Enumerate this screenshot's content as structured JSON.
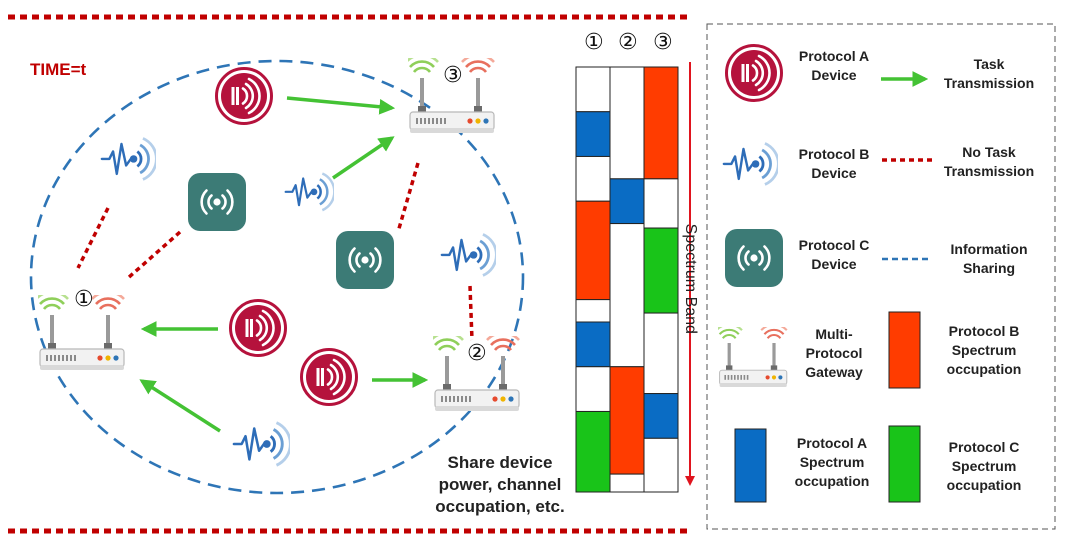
{
  "colors": {
    "red_dotted": "#c00000",
    "info_sharing": "#2e75b6",
    "arrow_green": "#44c234",
    "protocol_a_device": "#b5123c",
    "protocol_b_device": "#2e6db8",
    "protocol_c_device": "#3c7b76",
    "spectrum_blue": "#0a6cc4",
    "spectrum_red": "#ff3c00",
    "spectrum_green": "#19c419",
    "spectrum_arrow": "#e0141e",
    "time_label": "#c00000"
  },
  "time_label": "TIME=t",
  "gateway_numbers": {
    "g1": "①",
    "g2": "②",
    "g3": "③"
  },
  "share_text": "Share device\npower, channel\noccupation, etc.",
  "spectrum": {
    "column_headers": [
      "①",
      "②",
      "③"
    ],
    "axis_label": "Spectrum Band",
    "columns": [
      [
        {
          "protocol": "none",
          "start": 0,
          "end": 1
        },
        {
          "protocol": "A",
          "start": 1,
          "end": 2
        },
        {
          "protocol": "none",
          "start": 2,
          "end": 3
        },
        {
          "protocol": "B",
          "start": 3,
          "end": 5.2
        },
        {
          "protocol": "none",
          "start": 5.2,
          "end": 5.7
        },
        {
          "protocol": "A",
          "start": 5.7,
          "end": 6.7
        },
        {
          "protocol": "none",
          "start": 6.7,
          "end": 7.7
        },
        {
          "protocol": "C",
          "start": 7.7,
          "end": 9.5
        }
      ],
      [
        {
          "protocol": "none",
          "start": 0,
          "end": 2.5
        },
        {
          "protocol": "A",
          "start": 2.5,
          "end": 3.5
        },
        {
          "protocol": "none",
          "start": 3.5,
          "end": 6.7
        },
        {
          "protocol": "B",
          "start": 6.7,
          "end": 9.1
        },
        {
          "protocol": "none",
          "start": 9.1,
          "end": 9.5
        }
      ],
      [
        {
          "protocol": "B",
          "start": 0,
          "end": 2.5
        },
        {
          "protocol": "none",
          "start": 2.5,
          "end": 3.6
        },
        {
          "protocol": "C",
          "start": 3.6,
          "end": 5.5
        },
        {
          "protocol": "none",
          "start": 5.5,
          "end": 7.3
        },
        {
          "protocol": "A",
          "start": 7.3,
          "end": 8.3
        },
        {
          "protocol": "none",
          "start": 8.3,
          "end": 9.5
        }
      ]
    ]
  },
  "legend": {
    "protocol_a_device": "Protocol A\nDevice",
    "task_transmission": "Task\nTransmission",
    "protocol_b_device": "Protocol B\nDevice",
    "no_task_transmission": "No Task\nTransmission",
    "protocol_c_device": "Protocol C\nDevice",
    "information_sharing": "Information\nSharing",
    "gateway": "Multi-\nProtocol\nGateway",
    "b_spectrum": "Protocol B\nSpectrum\noccupation",
    "a_spectrum": "Protocol A\nSpectrum\noccupation",
    "c_spectrum": "Protocol C\nSpectrum\noccupation"
  }
}
